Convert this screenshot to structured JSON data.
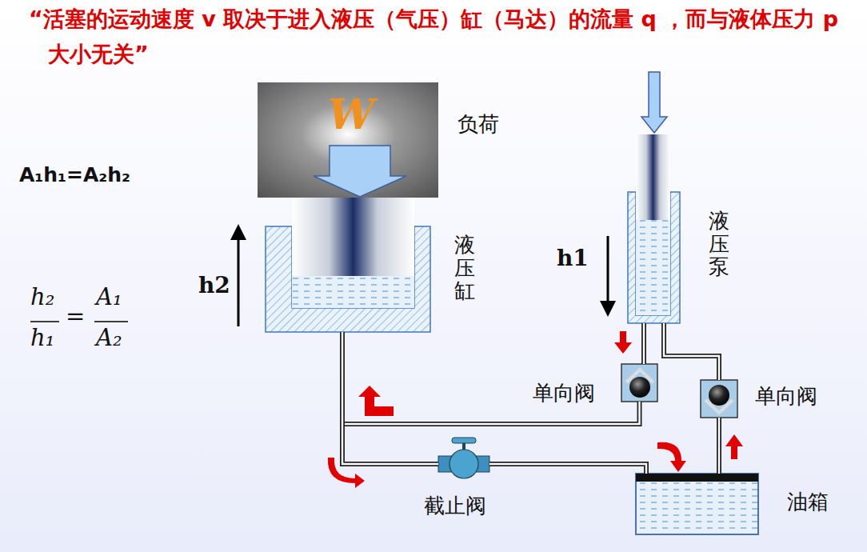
{
  "diagram": {
    "title": "“活塞的运动速度 v 取决于进入液压（气压）缸（马达）的流量 q ，而与液体压力 p 大小无关”",
    "nodes": [
      {
        "text": [
          "W",
          "负荷"
        ]
      },
      {
        "text": [
          "液压缸"
        ]
      },
      {
        "text": [
          "液压泵"
        ]
      },
      {
        "text": [
          "单向阀"
        ]
      },
      {
        "text": [
          "单向阀"
        ]
      },
      {
        "text": [
          "截止阀"
        ]
      },
      {
        "text": [
          "油箱"
        ]
      }
    ],
    "edges": [
      {
        "from": 3,
        "to": 1,
        "arrow": "none"
      },
      {
        "from": 2,
        "to": 3,
        "arrow": "none"
      },
      {
        "from": 4,
        "to": 2,
        "arrow": "none"
      },
      {
        "from": 6,
        "to": 4,
        "arrow": "none"
      },
      {
        "from": 1,
        "to": 5,
        "arrow": "none"
      },
      {
        "from": 5,
        "to": 6,
        "arrow": "none"
      }
    ],
    "labels": [
      "A₁h₁=A₂h₂",
      "h₂",
      "h₁",
      "=",
      "A₁",
      "A₂",
      "h2",
      "h1"
    ]
  }
}
